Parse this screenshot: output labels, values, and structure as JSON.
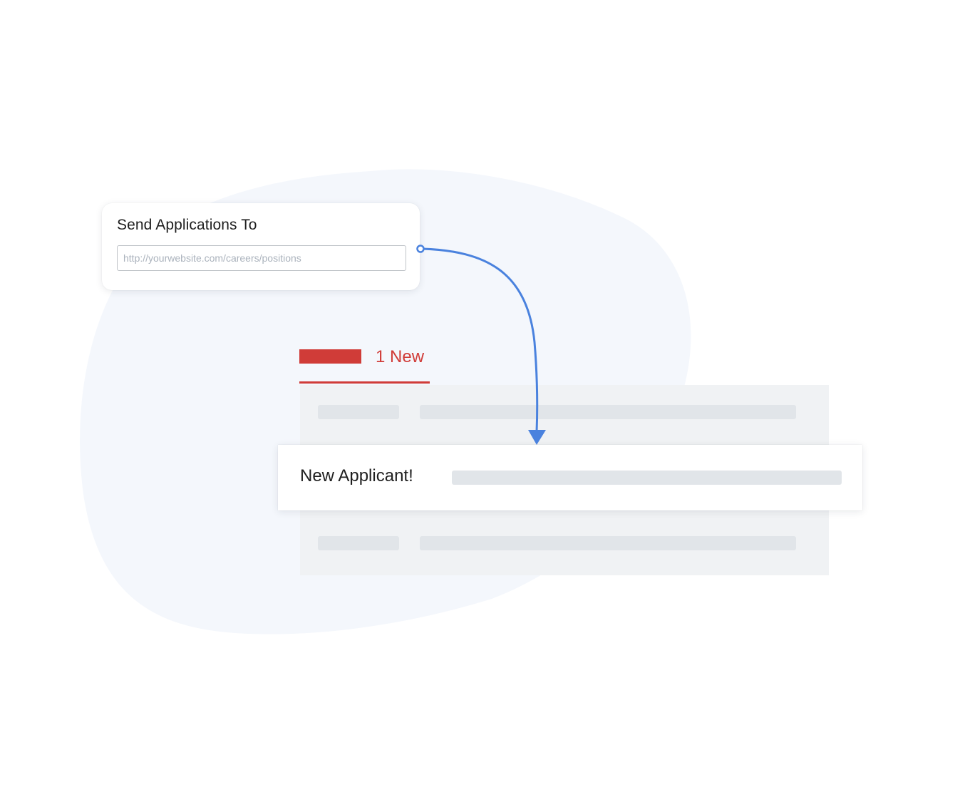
{
  "colors": {
    "accent_red": "#d03c38",
    "connector_blue": "#4a82de",
    "blob_bg": "#f4f7fc",
    "panel_bg": "#f0f2f4",
    "skeleton": "#e1e5e9"
  },
  "send_card": {
    "title": "Send Applications To",
    "url_placeholder": "http://yourwebsite.com/careers/positions",
    "url_value": ""
  },
  "inbox": {
    "new_count_label": "1 New"
  },
  "applicant_row": {
    "label": "New Applicant!"
  },
  "icons": {
    "connector": "arrow-down-icon",
    "start_point": "circle-icon"
  }
}
